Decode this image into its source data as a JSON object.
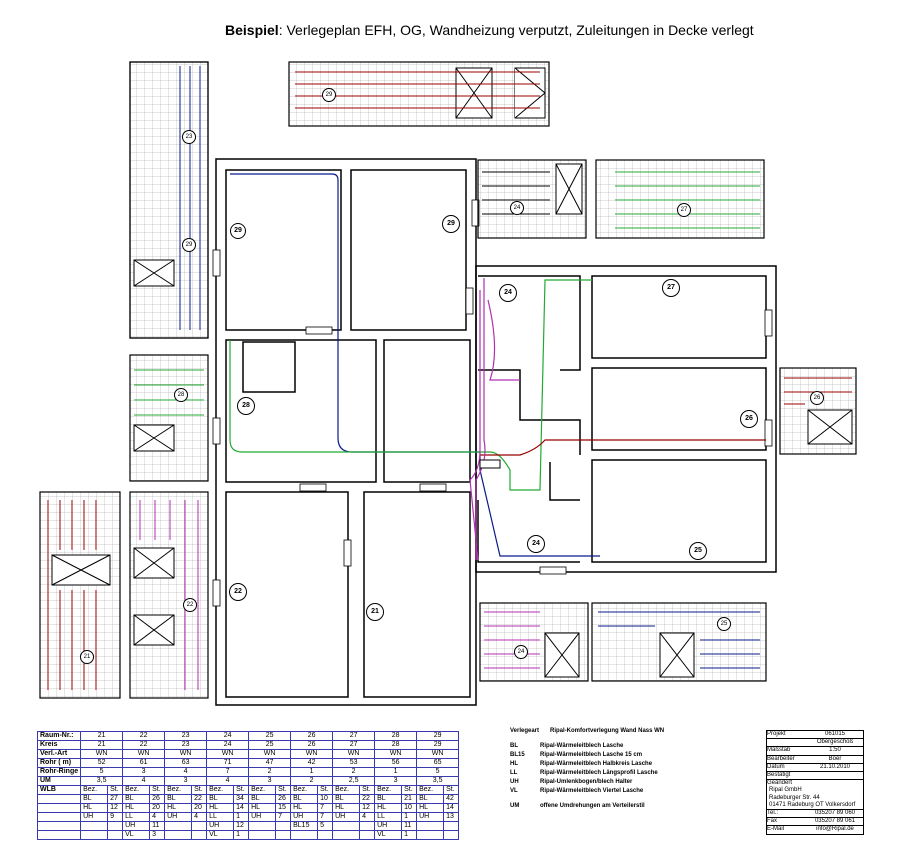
{
  "title": {
    "bold": "Beispiel",
    "rest": ": Verlegeplan EFH, OG, Wandheizung verputzt, Zuleitungen in Decke verlegt"
  },
  "room_labels": [
    "21",
    "22",
    "23",
    "24",
    "25",
    "26",
    "27",
    "28",
    "29"
  ],
  "colors": {
    "blue": "#0a1a8c",
    "green": "#22aa33",
    "red": "#990000",
    "magenta": "#b030b0",
    "wall": "#000000"
  },
  "table": {
    "rows": [
      [
        "Raum-Nr.:",
        "21",
        "",
        "22",
        "",
        "23",
        "",
        "24",
        "",
        "25",
        "",
        "26",
        "",
        "27",
        "",
        "28",
        "",
        "29",
        ""
      ],
      [
        "Kreis",
        "21",
        "",
        "22",
        "",
        "23",
        "",
        "24",
        "",
        "25",
        "",
        "26",
        "",
        "27",
        "",
        "28",
        "",
        "29",
        ""
      ],
      [
        "Verl.-Art",
        "WN",
        "",
        "WN",
        "",
        "WN",
        "",
        "WN",
        "",
        "WN",
        "",
        "WN",
        "",
        "WN",
        "",
        "WN",
        "",
        "WN",
        ""
      ],
      [
        "Rohr ( m)",
        "52",
        "",
        "61",
        "",
        "63",
        "",
        "71",
        "",
        "47",
        "",
        "42",
        "",
        "53",
        "",
        "56",
        "",
        "65",
        ""
      ],
      [
        "Rohr-Ringe",
        "5",
        "",
        "3",
        "",
        "4",
        "",
        "7",
        "",
        "2",
        "",
        "1",
        "",
        "2",
        "",
        "1",
        "",
        "5",
        ""
      ],
      [
        "UM",
        "3,5",
        "",
        "4",
        "",
        "3",
        "",
        "4",
        "",
        "3",
        "",
        "2",
        "",
        "2,5",
        "",
        "3",
        "",
        "3,5",
        ""
      ],
      [
        "WLB",
        "Bez.",
        "St.",
        "Bez.",
        "St.",
        "Bez.",
        "St.",
        "Bez.",
        "St.",
        "Bez.",
        "St.",
        "Bez.",
        "St.",
        "Bez.",
        "St.",
        "Bez.",
        "St.",
        "Bez.",
        "St."
      ],
      [
        "",
        "BL",
        "27",
        "BL",
        "26",
        "BL",
        "22",
        "BL",
        "34",
        "BL",
        "26",
        "BL",
        "10",
        "BL",
        "22",
        "BL",
        "21",
        "BL",
        "42"
      ],
      [
        "",
        "HL",
        "12",
        "HL",
        "20",
        "HL",
        "20",
        "HL",
        "14",
        "HL",
        "15",
        "HL",
        "7",
        "HL",
        "12",
        "HL",
        "10",
        "HL",
        "14"
      ],
      [
        "",
        "UH",
        "9",
        "LL",
        "4",
        "UH",
        "4",
        "LL",
        "1",
        "UH",
        "7",
        "UH",
        "7",
        "UH",
        "4",
        "LL",
        "1",
        "UH",
        "13"
      ],
      [
        "",
        "",
        "",
        "UH",
        "11",
        "",
        "",
        "UH",
        "12",
        "",
        "",
        "BL15",
        "5",
        "",
        "",
        "UH",
        "11",
        "",
        ""
      ],
      [
        "",
        "",
        "",
        "VL",
        "3",
        "",
        "",
        "VL",
        "1",
        "",
        "",
        "",
        "",
        "",
        "",
        "VL",
        "1",
        "",
        ""
      ]
    ]
  },
  "legend": {
    "header_key": "Verlegeart",
    "header_val": "Ripal-Komfortverlegung Wand Nass WN",
    "items": [
      {
        "k": "BL",
        "v": "Ripal-Wärmeleitblech Lasche"
      },
      {
        "k": "BL15",
        "v": "Ripal-Wärmeleitblech Lasche 15 cm"
      },
      {
        "k": "HL",
        "v": "Ripal-Wärmeleitblech Halbkreis Lasche"
      },
      {
        "k": "LL",
        "v": "Ripal-Wärmeleitblech Längsprofil Lasche"
      },
      {
        "k": "UH",
        "v": "Ripal-Umlenkbogen/blech Halter"
      },
      {
        "k": "VL",
        "v": "Ripal-Wärmeleitblech Viertel Lasche"
      },
      {
        "k": "UM",
        "v": "offene Umdrehungen am Verteilerstil"
      }
    ]
  },
  "titleblock": {
    "rows": [
      {
        "l": "Projekt",
        "v": "061015"
      },
      {
        "l": "",
        "v": "Obergeschoß"
      },
      {
        "l": "Maßstab",
        "v": "1:50"
      },
      {
        "l": "Bearbeiter",
        "v": "Boer"
      },
      {
        "l": "Datum",
        "v": "21.10.2010"
      },
      {
        "l": "Bestätigt",
        "v": ""
      },
      {
        "l": "Geändert",
        "v": ""
      }
    ],
    "company": [
      "Ripal GmbH",
      "Radeburger Str. 44",
      "01471 Radeburg OT Volkersdorf"
    ],
    "contacts": [
      {
        "l": "Tel.:",
        "v": "035207 89 060"
      },
      {
        "l": "Fax",
        "v": "035207 89 061"
      },
      {
        "l": "E-Mail",
        "v": "info@Ripal.de"
      }
    ]
  }
}
